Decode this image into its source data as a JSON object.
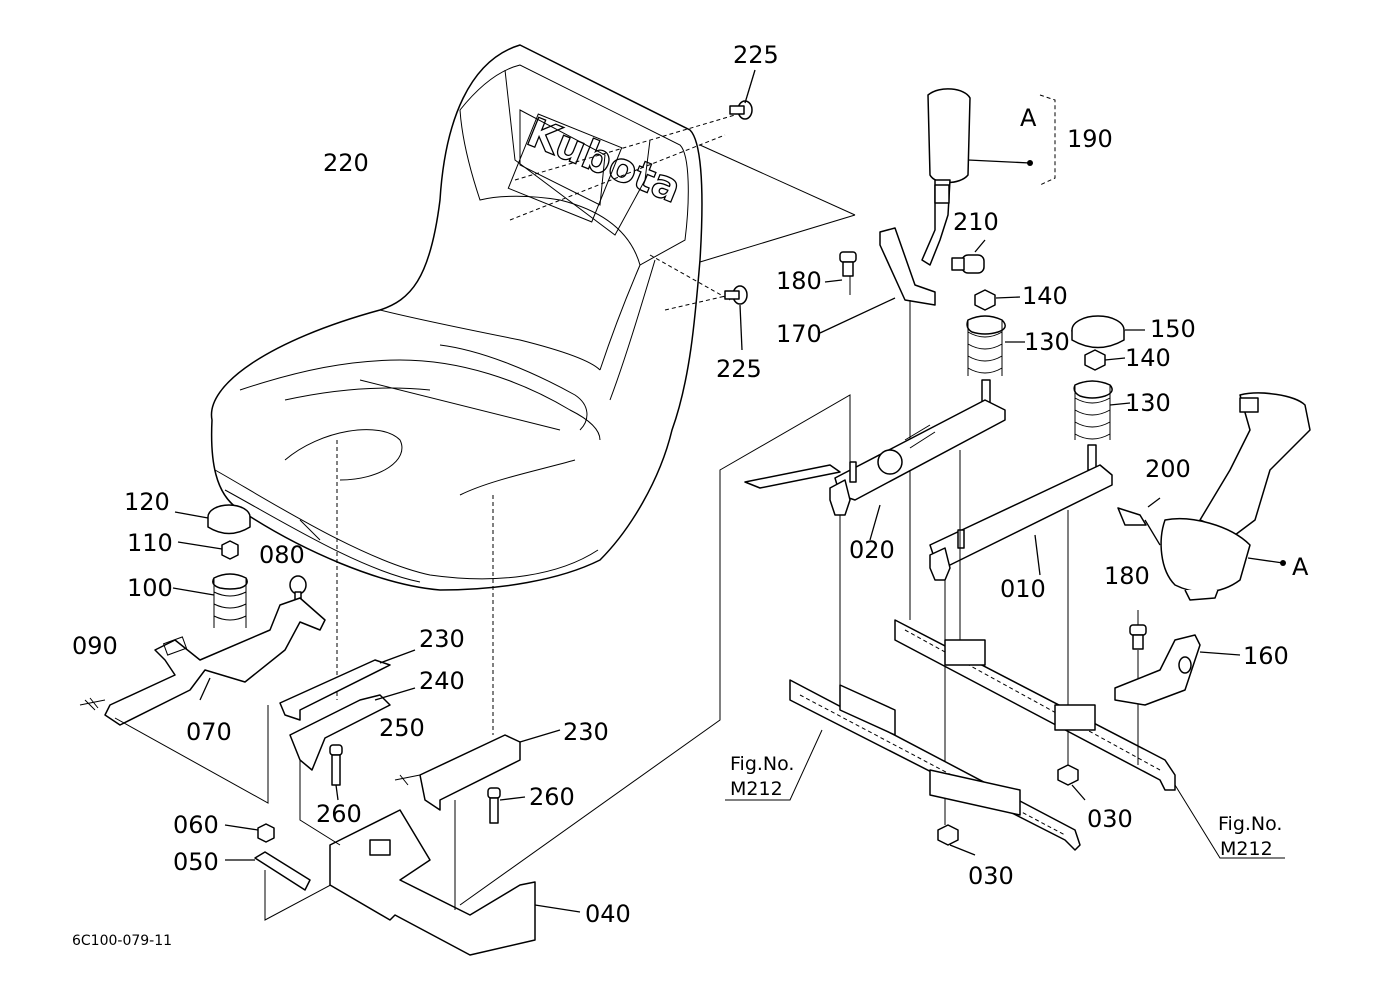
{
  "part_labels": {
    "p225a": "225",
    "p225b": "225",
    "p220": "220",
    "p190": "190",
    "pA1": "A",
    "pA2": "A",
    "p210": "210",
    "p180a": "180",
    "p180b": "180",
    "p170": "170",
    "p140a": "140",
    "p140b": "140",
    "p130a": "130",
    "p130b": "130",
    "p150": "150",
    "p120": "120",
    "p110": "110",
    "p100": "100",
    "p080": "080",
    "p090": "090",
    "p070": "070",
    "p230a": "230",
    "p230b": "230",
    "p240": "240",
    "p250": "250",
    "p260a": "260",
    "p260b": "260",
    "p060": "060",
    "p050": "050",
    "p040": "040",
    "p020": "020",
    "p010": "010",
    "p200": "200",
    "p160": "160",
    "p030a": "030",
    "p030b": "030"
  },
  "figure_refs": {
    "left": {
      "line1": "Fig.No.",
      "line2": "M212"
    },
    "right": {
      "line1": "Fig.No.",
      "line2": "M212"
    }
  },
  "logo_text": "Kubota",
  "drawing_code": "6C100-079-11"
}
